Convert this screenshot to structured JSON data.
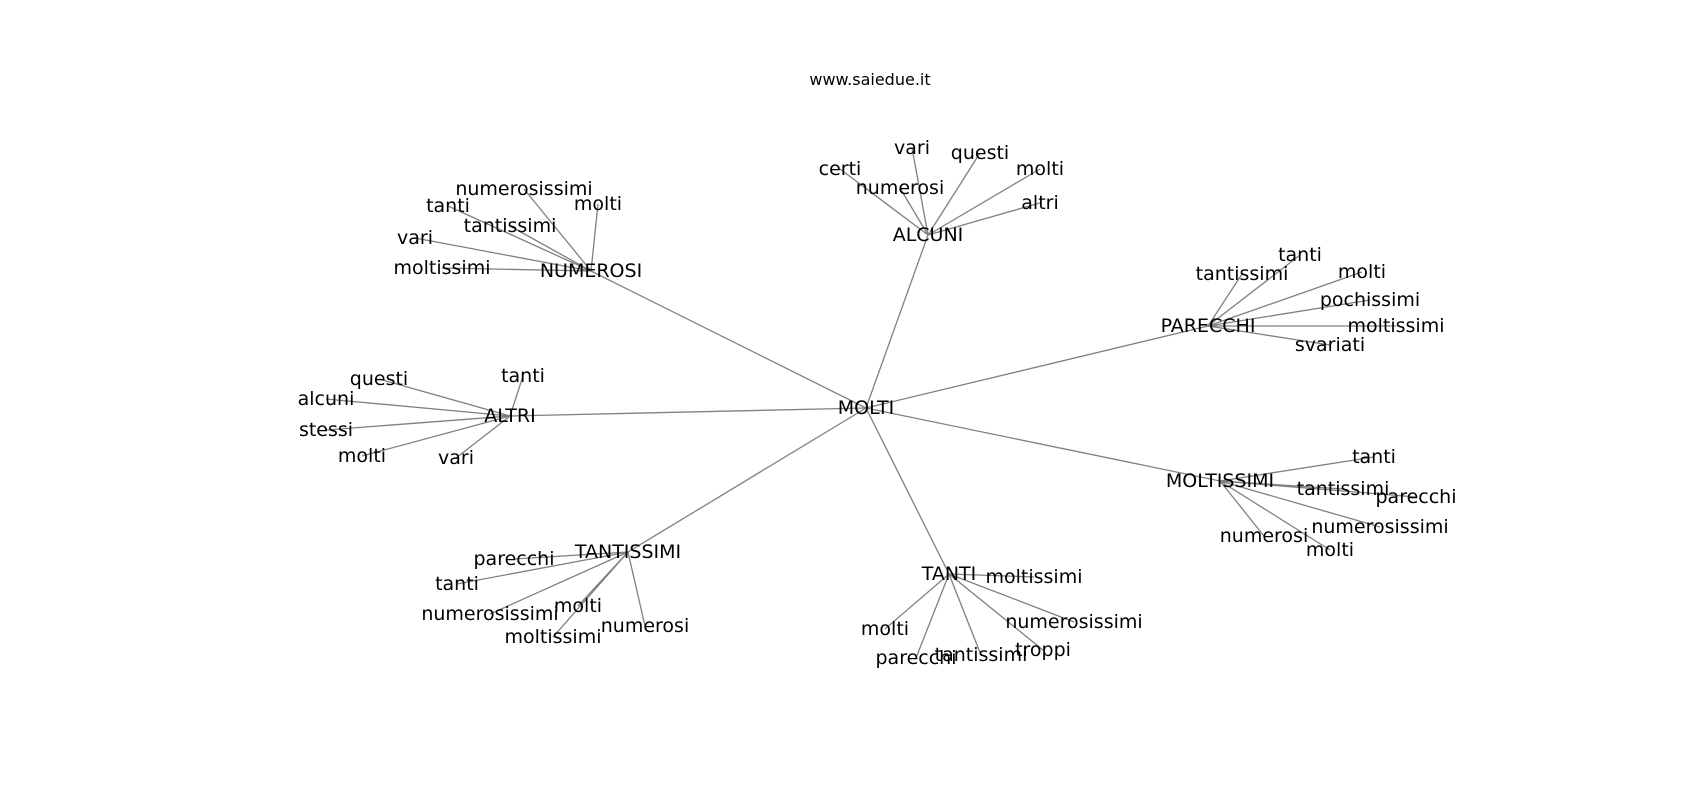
{
  "header": {
    "source": "www.saiedue.it"
  },
  "graph": {
    "center": "MOLTI",
    "clusters": [
      {
        "hub": "ALCUNI",
        "leaves": [
          "vari",
          "questi",
          "certi",
          "molti",
          "numerosi",
          "altri"
        ]
      },
      {
        "hub": "NUMEROSI",
        "leaves": [
          "numerosissimi",
          "molti",
          "tanti",
          "tantissimi",
          "vari",
          "moltissimi"
        ]
      },
      {
        "hub": "PARECCHI",
        "leaves": [
          "tanti",
          "tantissimi",
          "molti",
          "pochissimi",
          "moltissimi",
          "svariati"
        ]
      },
      {
        "hub": "ALTRI",
        "leaves": [
          "questi",
          "tanti",
          "alcuni",
          "stessi",
          "molti",
          "vari"
        ]
      },
      {
        "hub": "MOLTISSIMI",
        "leaves": [
          "tanti",
          "tantissimi",
          "parecchi",
          "numerosissimi",
          "numerosi",
          "molti"
        ]
      },
      {
        "hub": "TANTISSIMI",
        "leaves": [
          "parecchi",
          "tanti",
          "molti",
          "numerosissimi",
          "numerosi",
          "moltissimi"
        ]
      },
      {
        "hub": "TANTI",
        "leaves": [
          "moltissimi",
          "numerosissimi",
          "molti",
          "troppi",
          "parecchi",
          "tantissimi"
        ]
      }
    ]
  }
}
